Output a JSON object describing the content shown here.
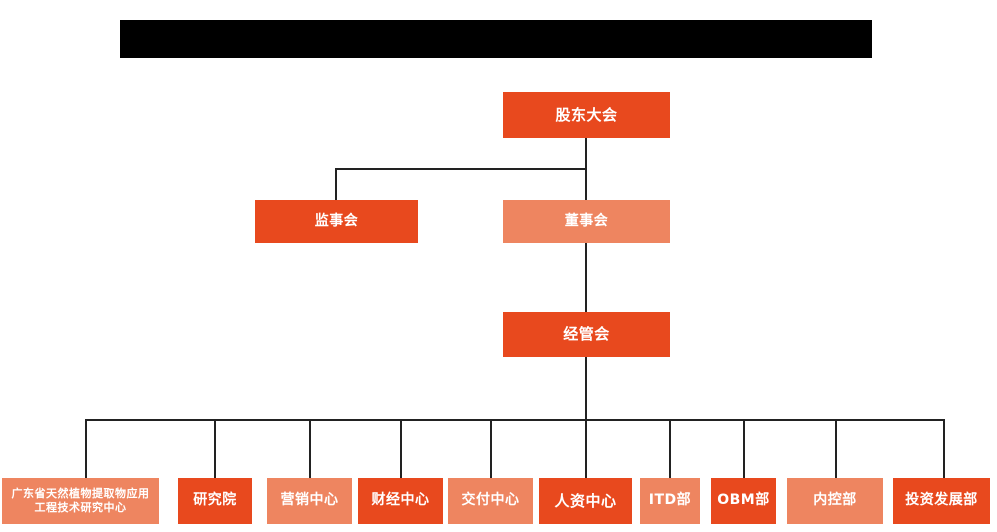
{
  "diagram": {
    "title_bar": {
      "name": "redacted-title-bar",
      "text": "",
      "color": "#000000"
    },
    "palette": {
      "background": "#ffffff",
      "accent_dark": "#E8491E",
      "accent_light": "#EE8560",
      "connector": "#222222",
      "node_text": "#ffffff"
    },
    "type": "organization-chart",
    "levels": [
      {
        "level": 1,
        "nodes": [
          {
            "id": "shareholders-meeting",
            "label": "股东大会",
            "tone": "dark"
          }
        ]
      },
      {
        "level": 2,
        "nodes": [
          {
            "id": "board-of-supervisors",
            "label": "监事会",
            "tone": "dark"
          },
          {
            "id": "board-of-directors",
            "label": "董事会",
            "tone": "light"
          }
        ]
      },
      {
        "level": 3,
        "nodes": [
          {
            "id": "management-committee",
            "label": "经管会",
            "tone": "dark"
          }
        ]
      },
      {
        "level": 4,
        "nodes": [
          {
            "id": "guangdong-research-center",
            "label": "广东省天然植物提取物应用工程技术研究中心",
            "tone": "light"
          },
          {
            "id": "research-institute",
            "label": "研究院",
            "tone": "dark"
          },
          {
            "id": "marketing-center",
            "label": "营销中心",
            "tone": "light"
          },
          {
            "id": "finance-center",
            "label": "财经中心",
            "tone": "dark"
          },
          {
            "id": "delivery-center",
            "label": "交付中心",
            "tone": "light"
          },
          {
            "id": "hr-center",
            "label": "人资中心",
            "tone": "dark"
          },
          {
            "id": "itd-department",
            "label": "ITD部",
            "tone": "light"
          },
          {
            "id": "obm-department",
            "label": "OBM部",
            "tone": "dark"
          },
          {
            "id": "internal-control-department",
            "label": "内控部",
            "tone": "light"
          },
          {
            "id": "investment-development-department",
            "label": "投资发展部",
            "tone": "dark"
          }
        ]
      }
    ],
    "nodes_flat": {
      "shareholders_meeting": "股东大会",
      "board_of_supervisors": "监事会",
      "board_of_directors": "董事会",
      "management_committee": "经管会",
      "guangdong_research_center": "广东省天然植物提取物应用工程技术研究中心",
      "research_institute": "研究院",
      "marketing_center": "营销中心",
      "finance_center": "财经中心",
      "delivery_center": "交付中心",
      "hr_center": "人资中心",
      "itd_department": "ITD部",
      "obm_department": "OBM部",
      "internal_control_department": "内控部",
      "investment_development_department": "投资发展部"
    }
  }
}
